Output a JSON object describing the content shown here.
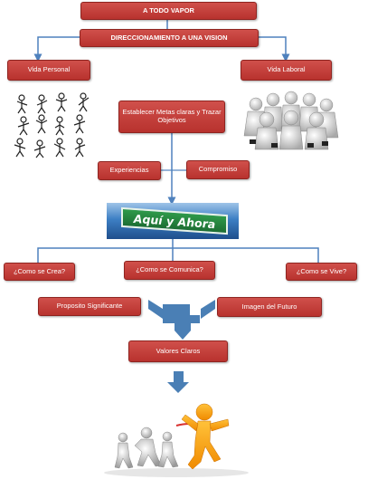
{
  "boxes": {
    "title": "A TODO VAPOR",
    "direccionamiento": "DIRECCIONAMIENTO A UNA VISION",
    "vida_personal": "Vida Personal",
    "vida_laboral": "Vida Laboral",
    "metas": "Establecer Metas claras y Trazar Objetivos",
    "experiencias": "Experiencias",
    "compromiso": "Compromiso",
    "como_crea": "¿Como se Crea?",
    "como_comunica": "¿Como se Comunica?",
    "como_vive": "¿Como se Vive?",
    "proposito": "Proposito Significante",
    "imagen_futuro": "Imagen del Futuro",
    "valores": "Valores Claros"
  },
  "banner": {
    "text": "Aquí y Ahora"
  },
  "colors": {
    "box": "#c0403b",
    "arrow": "#4a7fb5",
    "connector": "#4f81bd"
  },
  "illustrations": [
    "stick-figures-image",
    "team-huddle-image",
    "race-winner-image"
  ]
}
